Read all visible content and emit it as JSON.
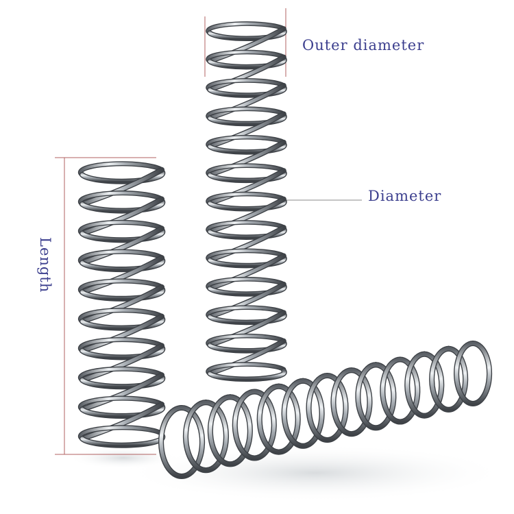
{
  "labels": {
    "outer_diameter": "Outer diameter",
    "diameter": "Diameter",
    "length": "Length"
  },
  "colors": {
    "label_text": "#3c3f8e",
    "dimension_line": "#b06060",
    "leader_line": "#8a8a8a",
    "spring_steel_dark": "#4a4e53",
    "spring_steel_light": "#e9ecef",
    "background": "#ffffff"
  },
  "objects": {
    "springs": [
      {
        "name": "tall-upright-spring",
        "orientation": "vertical"
      },
      {
        "name": "short-upright-spring",
        "orientation": "vertical"
      },
      {
        "name": "lying-spring",
        "orientation": "horizontal"
      }
    ]
  }
}
